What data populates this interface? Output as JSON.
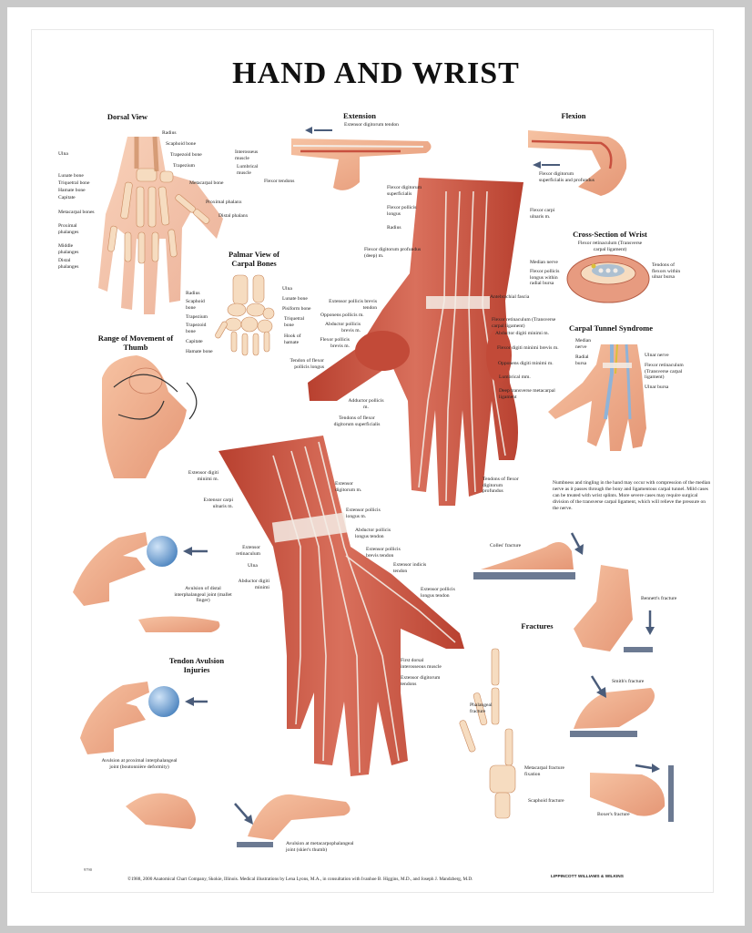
{
  "title": "HAND AND WRIST",
  "sections": {
    "dorsal_view": "Dorsal View",
    "extension": "Extension",
    "flexion": "Flexion",
    "palmar_carpal": "Palmar View of Carpal Bones",
    "cross_section": "Cross-Section of Wrist",
    "carpal_tunnel": "Carpal Tunnel Syndrome",
    "range_thumb": "Range of Movement of Thumb",
    "tendon_avulsion": "Tendon Avulsion Injuries",
    "fractures": "Fractures"
  },
  "dorsal_labels": {
    "radius": "Radius",
    "scaphoid": "Scaphoid bone",
    "trapezoid": "Trapezoid bone",
    "trapezium": "Trapezium",
    "metacarpal": "Metacarpal bone",
    "proximal": "Proximal phalanx",
    "distal": "Distal phalanx",
    "ulna": "Ulna",
    "lunate": "Lunate bone",
    "triquetral": "Triquetral bone",
    "hamate": "Hamate bone",
    "capitate": "Capitate",
    "metacarpal_bones": "Metacarpal bones",
    "proximal_phalanges": "Proximal phalanges",
    "middle_phalanges": "Middle phalanges",
    "distal_phalanges": "Distal phalanges"
  },
  "extension_labels": {
    "edt": "Extensor digitorum tendon",
    "interosseus": "Interosseus muscle",
    "lumbrical": "Lumbrical muscle",
    "flexor_tendons": "Flexor tendons"
  },
  "flexion_labels": {
    "fds": "Flexor digitorum superficialis and profundus"
  },
  "carpal_labels": {
    "radius": "Radius",
    "scaphoid": "Scaphoid bone",
    "trapezium": "Trapezium",
    "trapezoid": "Trapezoid bone",
    "capitate": "Capitate",
    "hamate": "Hamate bone",
    "ulna": "Ulna",
    "lunate": "Lunate bone",
    "pisiform": "Pisiform bone",
    "triquetral": "Triquetral bone",
    "hook": "Hook of hamate"
  },
  "cross_labels": {
    "retinaculum": "Flexor retinaculum (Transverse carpal ligament)",
    "median": "Median nerve",
    "fpl": "Flexor pollicis longus within radial bursa",
    "tendons": "Tendons of flexors within ulnar bursa"
  },
  "carpal_tunnel_labels": {
    "median": "Median nerve",
    "radial": "Radial bursa",
    "ulnar_nerve": "Ulnar nerve",
    "retinaculum": "Flexor retinaculum (Transverse carpal ligament)",
    "ulnar_bursa": "Ulnar bursa"
  },
  "palmar_labels": {
    "fds": "Flexor digitorum superficialis",
    "fpl": "Flexor pollicis longus",
    "radius": "Radius",
    "fdp": "Flexor digitorum profundus (deep) m.",
    "fcu": "Flexor carpi ulnaris m.",
    "antebrachial": "Antebrachial fascia",
    "epb": "Extensor pollicis brevis tendon",
    "opponens": "Opponens pollicis m.",
    "apb": "Abductor pollicis brevis m.",
    "fpb": "Flexor pollicis brevis m.",
    "tfpl": "Tendon of flexor pollicis longus",
    "flex_ret": "Flexor retinaculum (Transverse carpal ligament)",
    "adm": "Abductor digiti minimi m.",
    "fdmb": "Flexor digiti minimi brevis m.",
    "odm": "Opponens digiti minimi m.",
    "lumbrical": "Lumbrical mm.",
    "dtml": "Deep transverse metacarpal ligament",
    "adductor": "Adductor pollicis m.",
    "tfds": "Tendons of flexor digitorum superficialis",
    "tfdp": "Tendons of flexor digitorum profundus"
  },
  "dorsal_muscle_labels": {
    "edm": "Extensor digiti minimi m.",
    "ecu": "Extensor carpi ulnaris m.",
    "ed": "Extensor digitorum m.",
    "epl": "Extensor pollicis longus m.",
    "apl": "Abductor pollicis longus tendon",
    "epb": "Extensor pollicis brevis tendon",
    "eret": "Extensor retinaculum",
    "ulna": "Ulna",
    "adm": "Abductor digiti minimi",
    "eit": "Extensor indicis tendon",
    "eplt": "Extensor pollicis longus tendon",
    "fdi": "First dorsal interosseous muscle",
    "edt": "Extensor digitorum tendons"
  },
  "avulsion_labels": {
    "distal": "Avulsion of distal interphalangeal joint (mallet finger)",
    "proximal": "Avulsion at proximal interphalangeal joint (boutonnière deformity)",
    "mcp": "Avulsion at metacarpophalangeal joint (skier's thumb)"
  },
  "fracture_labels": {
    "colles": "Colles' fracture",
    "bennett": "Bennett's fracture",
    "phalangeal": "Phalangeal fracture",
    "metacarpal": "Metacarpal fracture fixation",
    "scaphoid": "Scaphoid fracture",
    "smith": "Smith's fracture",
    "boxer": "Boxer's fracture"
  },
  "carpal_tunnel_text": "Numbness and tingling in the hand may occur with compression of the median nerve as it passes through the bony and ligamentous carpal tunnel. Mild cases can be treated with wrist splints. More severe cases may require surgical division of the transverse carpal ligament, which will relieve the pressure on the nerve.",
  "footer": "©1988, 2000 Anatomical Chart Company, Skokie, Illinois. Medical illustrations by Lena Lyons, M.A., in consultation with Ivanhoe B. Higgins, M.D., and Joseph J. Mandzberg, M.D.",
  "chart_code": "9790",
  "publisher": "LIPPINCOTT WILLIAMS & WILKINS",
  "colors": {
    "muscle": "#c8503f",
    "skin": "#efae8f",
    "bone": "#f3c9a3",
    "tendon": "#f4ede6",
    "nerve": "#d9c03a",
    "bursa": "#8fb3d8",
    "arrow": "#4a5c7a",
    "ball": "#6fa3d6"
  }
}
